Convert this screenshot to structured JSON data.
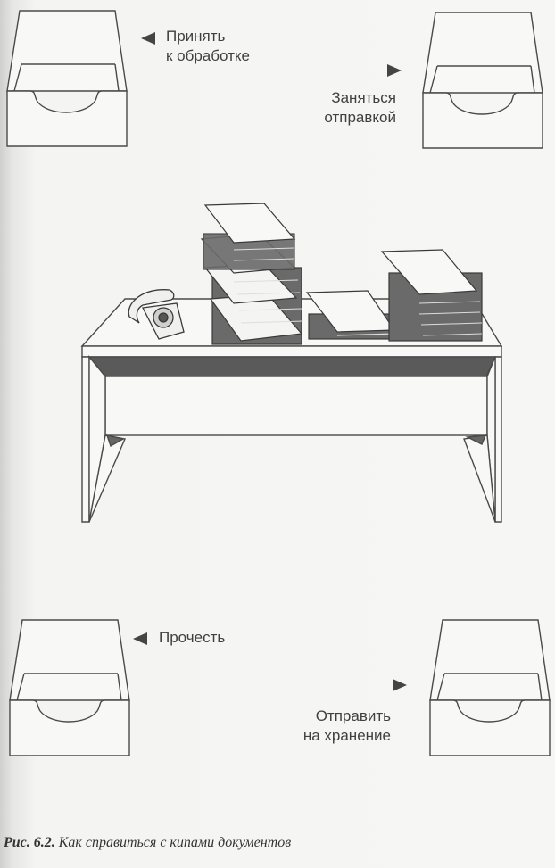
{
  "trays": {
    "top_left": {
      "label_line1": "Принять",
      "label_line2": "к обработке",
      "arrow": "arrow-left"
    },
    "top_right": {
      "label_line1": "Заняться",
      "label_line2": "отправкой",
      "arrow": "arrow-right"
    },
    "bottom_left": {
      "label_line1": "Прочесть",
      "arrow": "arrow-left"
    },
    "bottom_right": {
      "label_line1": "Отправить",
      "label_line2": "на хранение",
      "arrow": "arrow-right"
    }
  },
  "desk": {
    "items": [
      "telephone",
      "tall-document-stack",
      "small-document-stack",
      "medium-document-stack"
    ]
  },
  "caption": {
    "prefix": "Рис. 6.2.",
    "text": "Как справиться с кипами документов"
  }
}
